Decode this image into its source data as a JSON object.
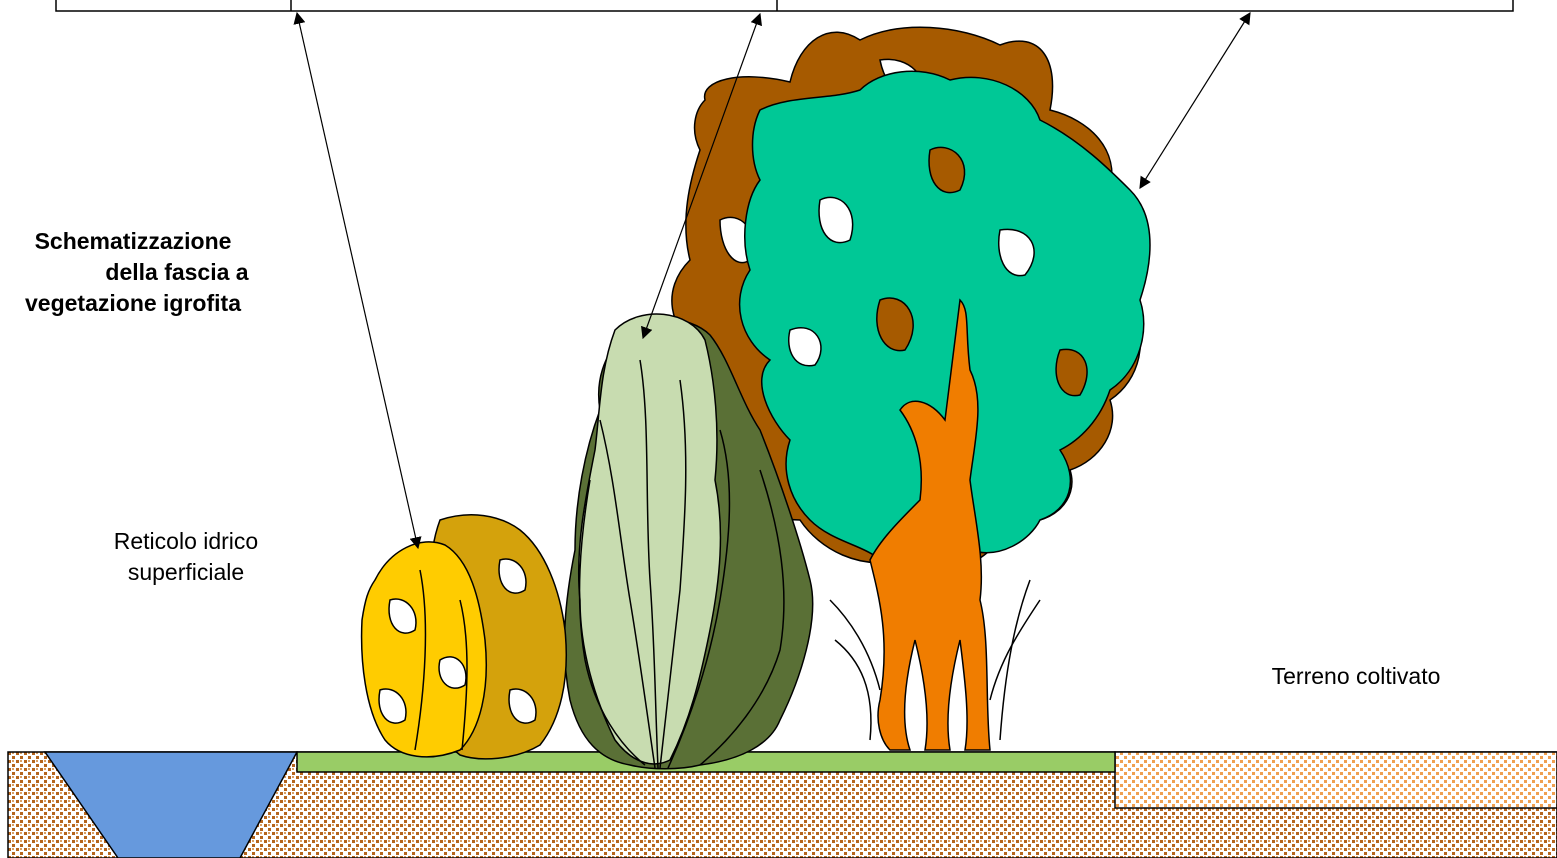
{
  "title_lines": [
    "Schematizzazione",
    "della fascia a",
    "vegetazione igrofita"
  ],
  "labels": {
    "water_network": [
      "Reticolo idrico",
      "superficiale"
    ],
    "cultivated_land": "Terreno coltivato"
  },
  "colors": {
    "soil_pattern": "#b5651d",
    "field_pattern": "#f0a050",
    "water": "#6699dd",
    "grass_strip": "#99cc66",
    "shrub_yellow": "#ffcc00",
    "shrub_gold": "#d4a20c",
    "reed_light": "#c8dcb0",
    "reed_dark": "#5a7036",
    "tree_brown": "#a65a00",
    "tree_teal": "#00c896",
    "tree_orange": "#f07d00"
  }
}
